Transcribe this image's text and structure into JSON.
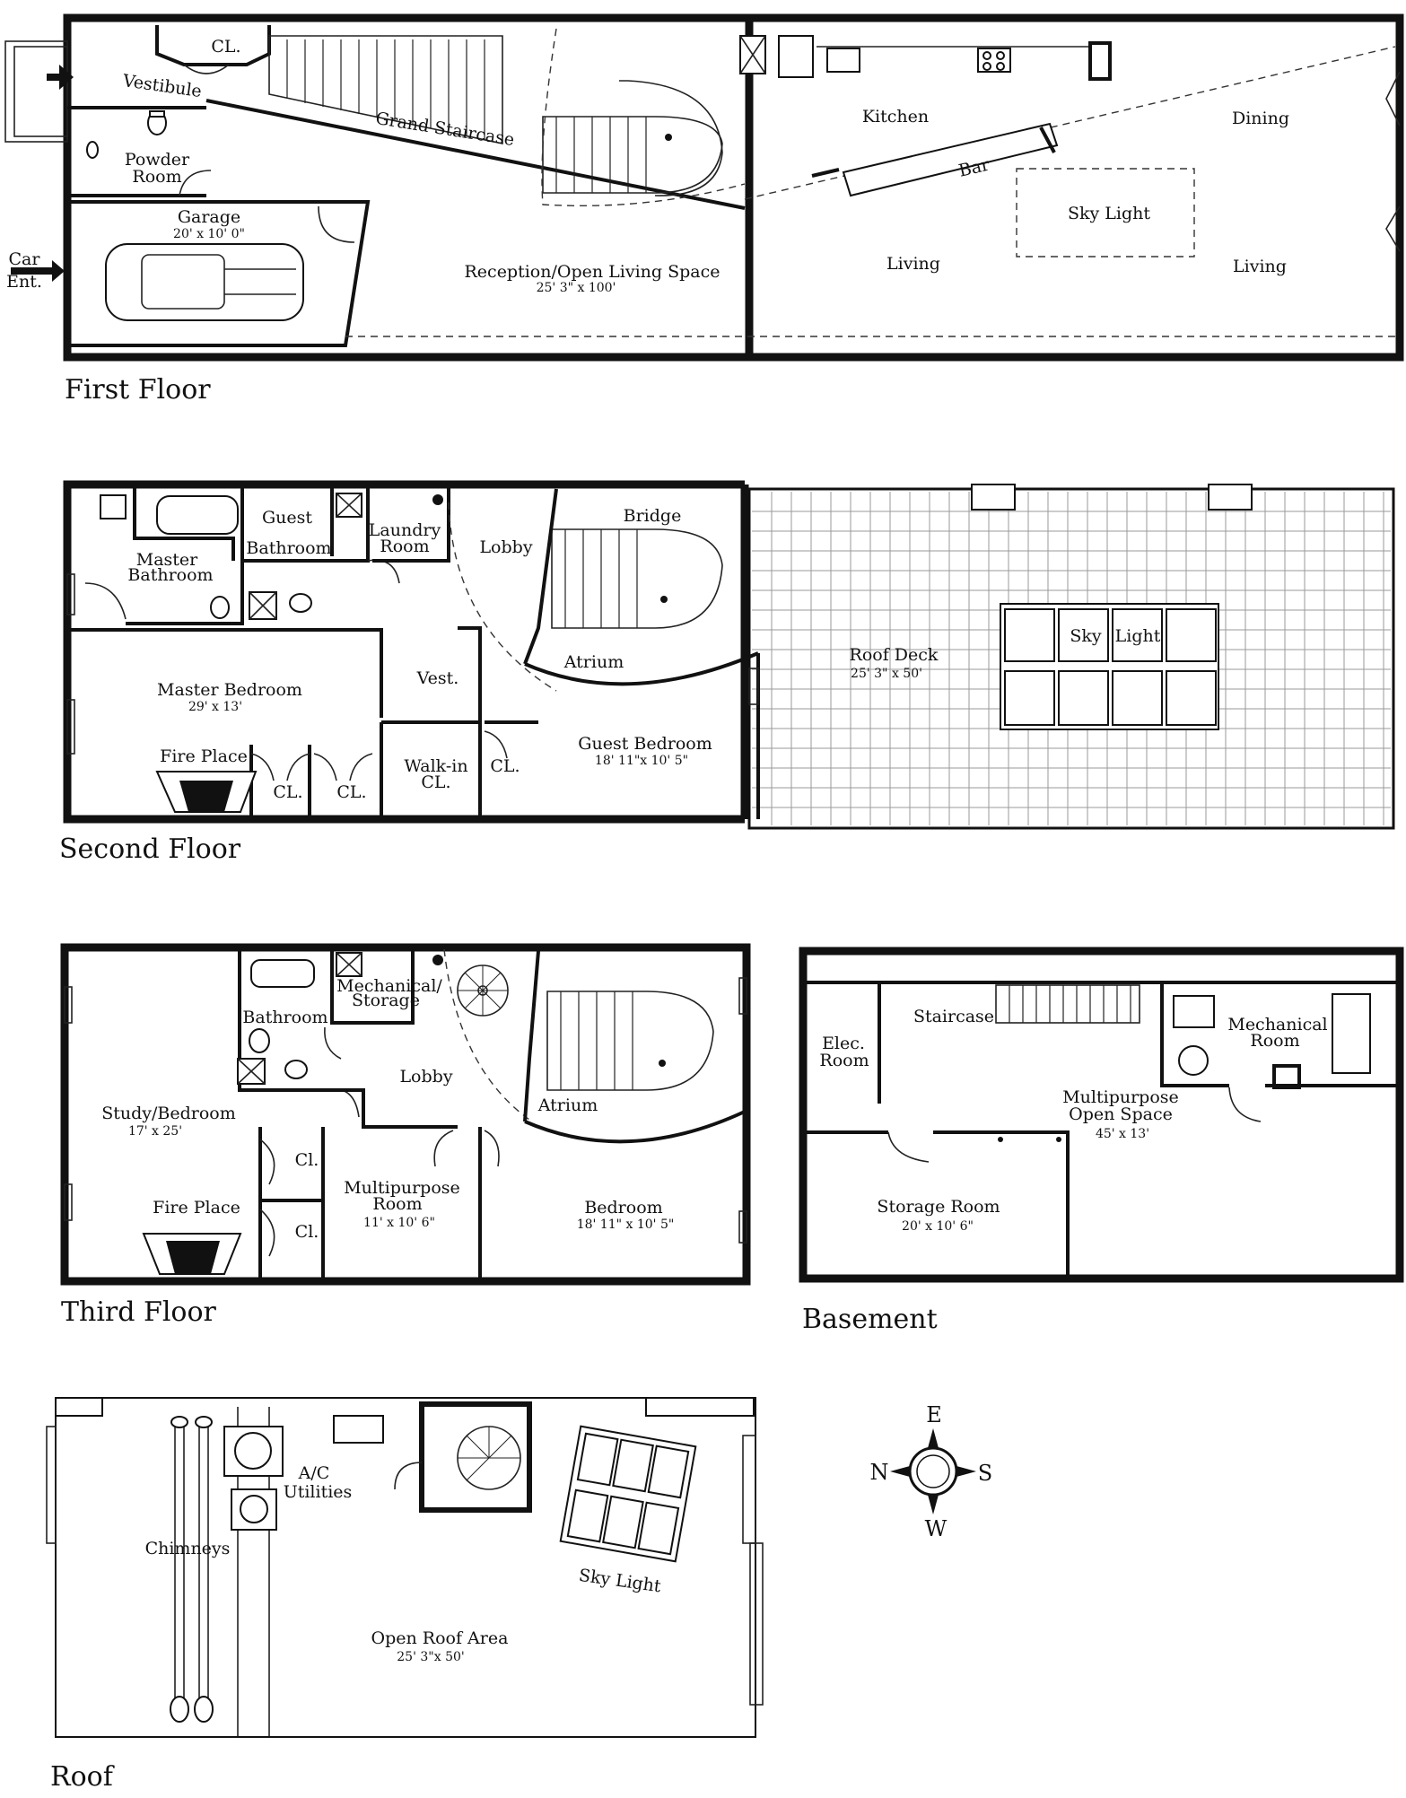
{
  "floors": {
    "first": {
      "title": "First Floor",
      "cl": "CL.",
      "vestibule": "Vestibule",
      "grand_staircase": "Grand Staircase",
      "powder_room": [
        "Powder",
        "Room"
      ],
      "garage": "Garage",
      "garage_dim": "20' x 10' 0\"",
      "car_entrance": [
        "Car",
        "Ent."
      ],
      "kitchen": "Kitchen",
      "dining": "Dining",
      "bar": "Bar",
      "sky_light": "Sky Light",
      "living_left": "Living",
      "living_right": "Living",
      "reception": "Reception/Open Living Space",
      "reception_dim": "25' 3\" x 100'"
    },
    "second": {
      "title": "Second Floor",
      "guest": "Guest",
      "bathroom": "Bathroom",
      "master_bathroom": [
        "Master",
        "Bathroom"
      ],
      "laundry_room": [
        "Laundry",
        "Room"
      ],
      "lobby": "Lobby",
      "bridge": "Bridge",
      "atrium": "Atrium",
      "vest": "Vest.",
      "master_bedroom": "Master Bedroom",
      "master_bedroom_dim": "29' x 13'",
      "fire_place": "Fire Place",
      "cl_1": "CL.",
      "cl_2": "CL.",
      "cl_3": "CL.",
      "walk_in_cl": [
        "Walk-in",
        "CL."
      ],
      "guest_bedroom": "Guest Bedroom",
      "guest_bedroom_dim": "18' 11\"x 10' 5\"",
      "roof_deck": "Roof Deck",
      "roof_deck_dim": "25' 3\" x 50'",
      "sky": "Sky",
      "light": "Light"
    },
    "third": {
      "title": "Third Floor",
      "bathroom": "Bathroom",
      "mechanical_storage": [
        "Mechanical/",
        "Storage"
      ],
      "lobby": "Lobby",
      "atrium": "Atrium",
      "study_bedroom": "Study/Bedroom",
      "study_bedroom_dim": "17' x 25'",
      "cl_1": "Cl.",
      "cl_2": "Cl.",
      "fire_place": "Fire Place",
      "multipurpose_room": [
        "Multipurpose",
        "Room"
      ],
      "multipurpose_room_dim": "11' x 10' 6\"",
      "bedroom": "Bedroom",
      "bedroom_dim": "18' 11\" x 10' 5\""
    },
    "basement": {
      "title": "Basement",
      "staircase": "Staircase",
      "elec_room": [
        "Elec.",
        "Room"
      ],
      "mechanical_room": [
        "Mechanical",
        "Room"
      ],
      "multipurpose": [
        "Multipurpose",
        "Open Space"
      ],
      "multipurpose_dim": "45' x 13'",
      "storage_room": "Storage Room",
      "storage_room_dim": "20' x 10' 6\""
    },
    "roof": {
      "title": "Roof",
      "ac_utilities": [
        "A/C",
        "Utilities"
      ],
      "chimneys": "Chimneys",
      "sky_light": "Sky Light",
      "open_roof_area": "Open Roof Area",
      "open_roof_area_dim": "25' 3\"x 50'"
    }
  },
  "compass": {
    "e": "E",
    "n": "N",
    "s": "S",
    "w": "W"
  }
}
